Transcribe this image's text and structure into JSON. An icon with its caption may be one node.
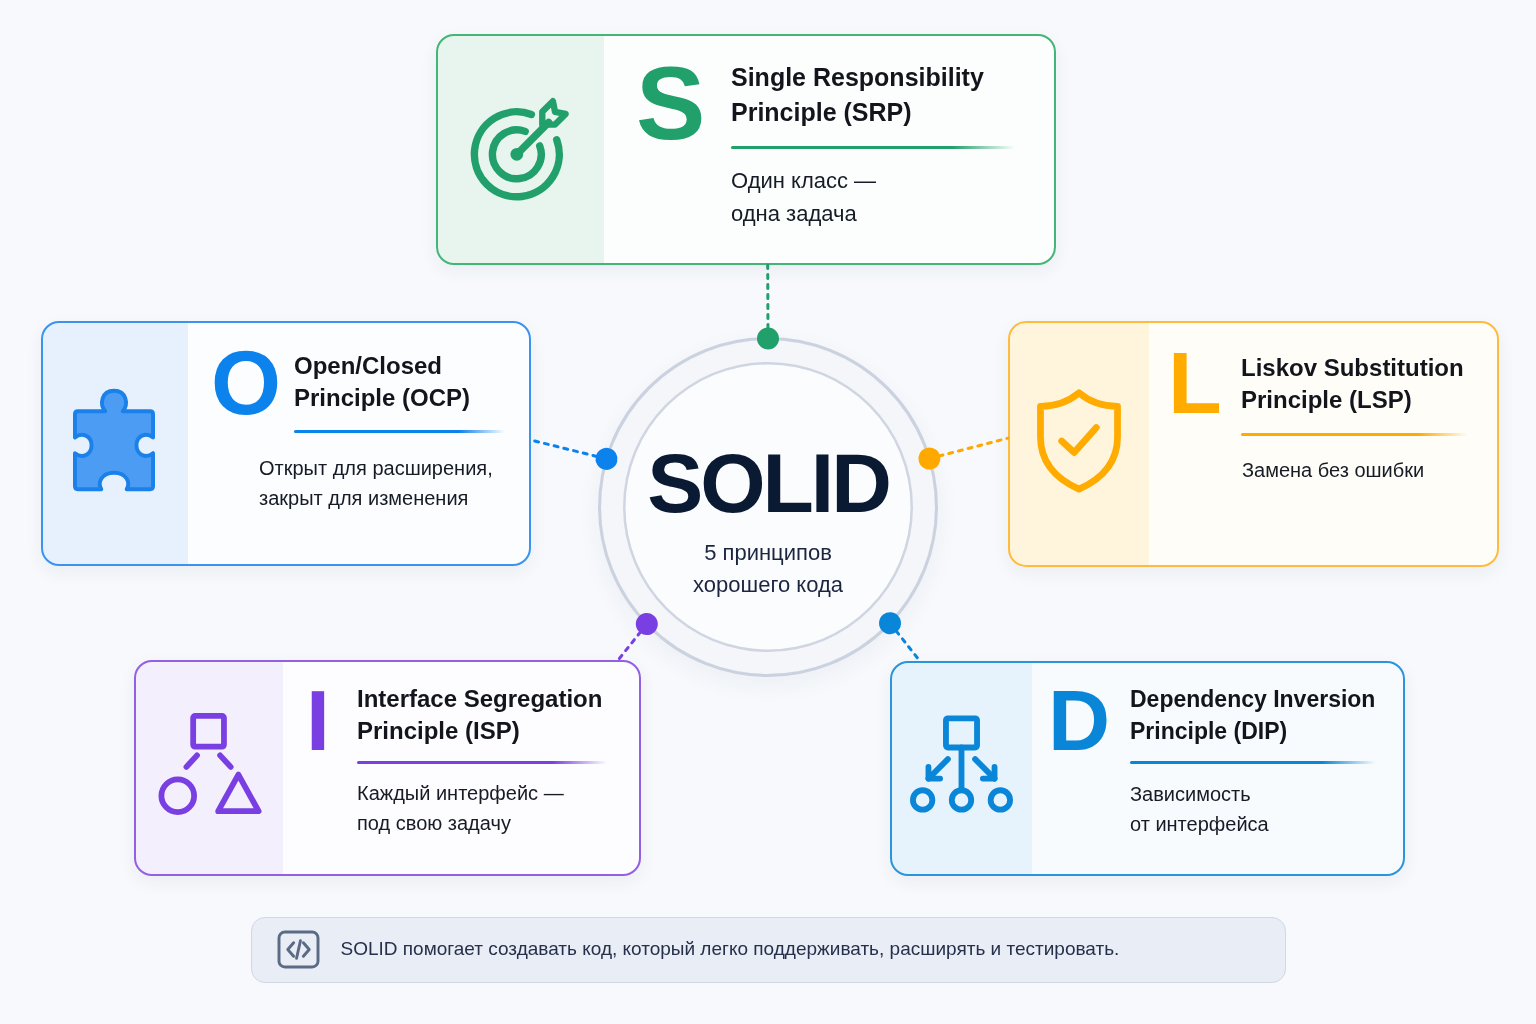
{
  "diagram": {
    "nodes": [
      {
        "text": [
          "SOLID",
          "5 принципов хорошего кода"
        ]
      },
      {
        "text": [
          "S",
          "Single Responsibility Principle (SRP)",
          "Один класс — одна задача"
        ]
      },
      {
        "text": [
          "O",
          "Open/Closed Principle (OCP)",
          "Открыт для расширения, закрыт для изменения"
        ]
      },
      {
        "text": [
          "L",
          "Liskov Substitution Principle (LSP)",
          "Замена без ошибки"
        ]
      },
      {
        "text": [
          "I",
          "Interface Segregation Principle (ISP)",
          "Каждый интерфейс — под свою задачу"
        ]
      },
      {
        "text": [
          "D",
          "Dependency Inversion Principle (DIP)",
          "Зависимость от интерфейса"
        ]
      },
      {
        "text": [
          "SOLID помогает создавать код, который легко поддерживать, расширять и тестировать."
        ]
      }
    ],
    "edges": [
      {
        "from": 0,
        "to": 1,
        "arrow": "other",
        "style": "dashed",
        "color": "#22a06b"
      },
      {
        "from": 0,
        "to": 2,
        "arrow": "other",
        "style": "dashed",
        "color": "#0c82ec"
      },
      {
        "from": 0,
        "to": 3,
        "arrow": "other",
        "style": "dashed",
        "color": "#ffa800"
      },
      {
        "from": 0,
        "to": 4,
        "arrow": "other",
        "style": "dashed",
        "color": "#7a3fe2"
      },
      {
        "from": 0,
        "to": 5,
        "arrow": "other",
        "style": "dashed",
        "color": "#0a86d8"
      }
    ]
  }
}
